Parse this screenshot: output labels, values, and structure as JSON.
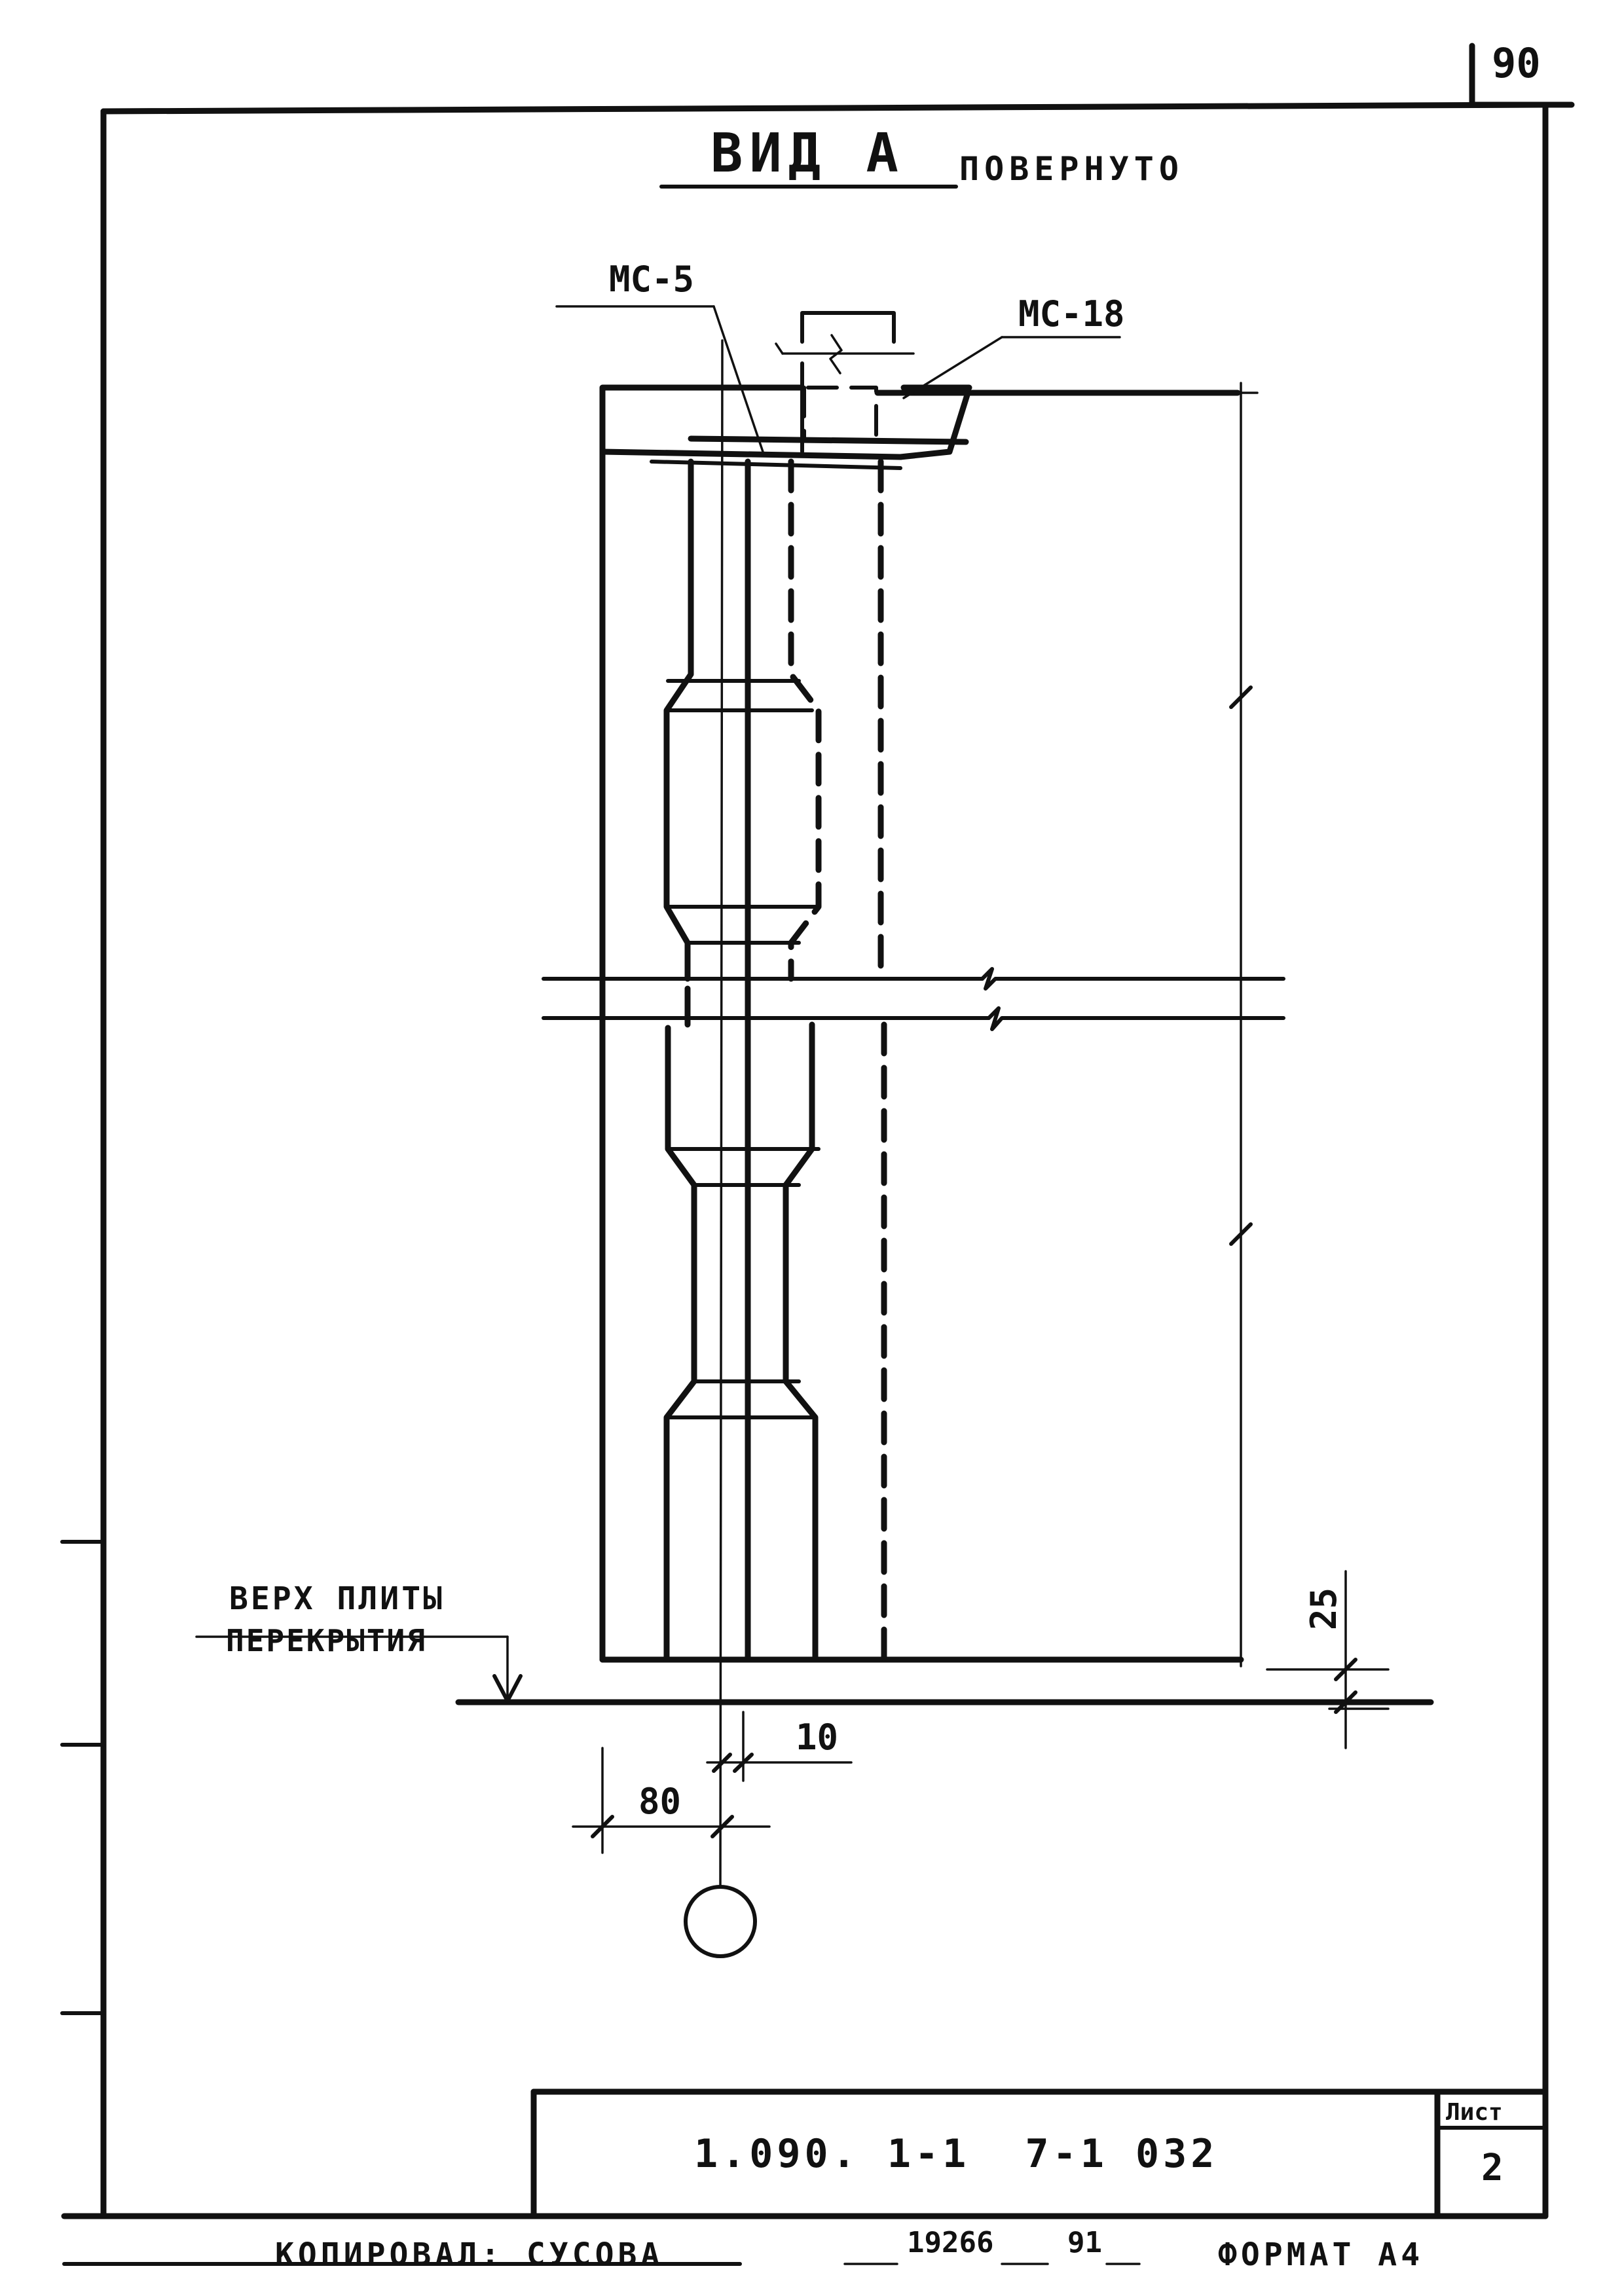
{
  "sheet_corner_number": "90",
  "view": {
    "title": "ВИД А",
    "subtitle": "ПОВЕРНУТО"
  },
  "callouts": {
    "left": "МС-5",
    "right": "МС-18"
  },
  "level_label": {
    "line1": "ВЕРХ ПЛИТЫ",
    "line2": "ПЕРЕКРЫТИЯ"
  },
  "dimensions": {
    "gap": "25",
    "offset_small": "10",
    "offset_large": "80"
  },
  "title_block": {
    "designation": "1.090. 1-1  7-1 032",
    "sheet_label": "Лист",
    "sheet_number": "2"
  },
  "footer": {
    "copied_by": "КОПИРОВАЛ: СУСОВА",
    "order_number": "19266",
    "year": "91",
    "format": "ФОРМАТ А4"
  }
}
